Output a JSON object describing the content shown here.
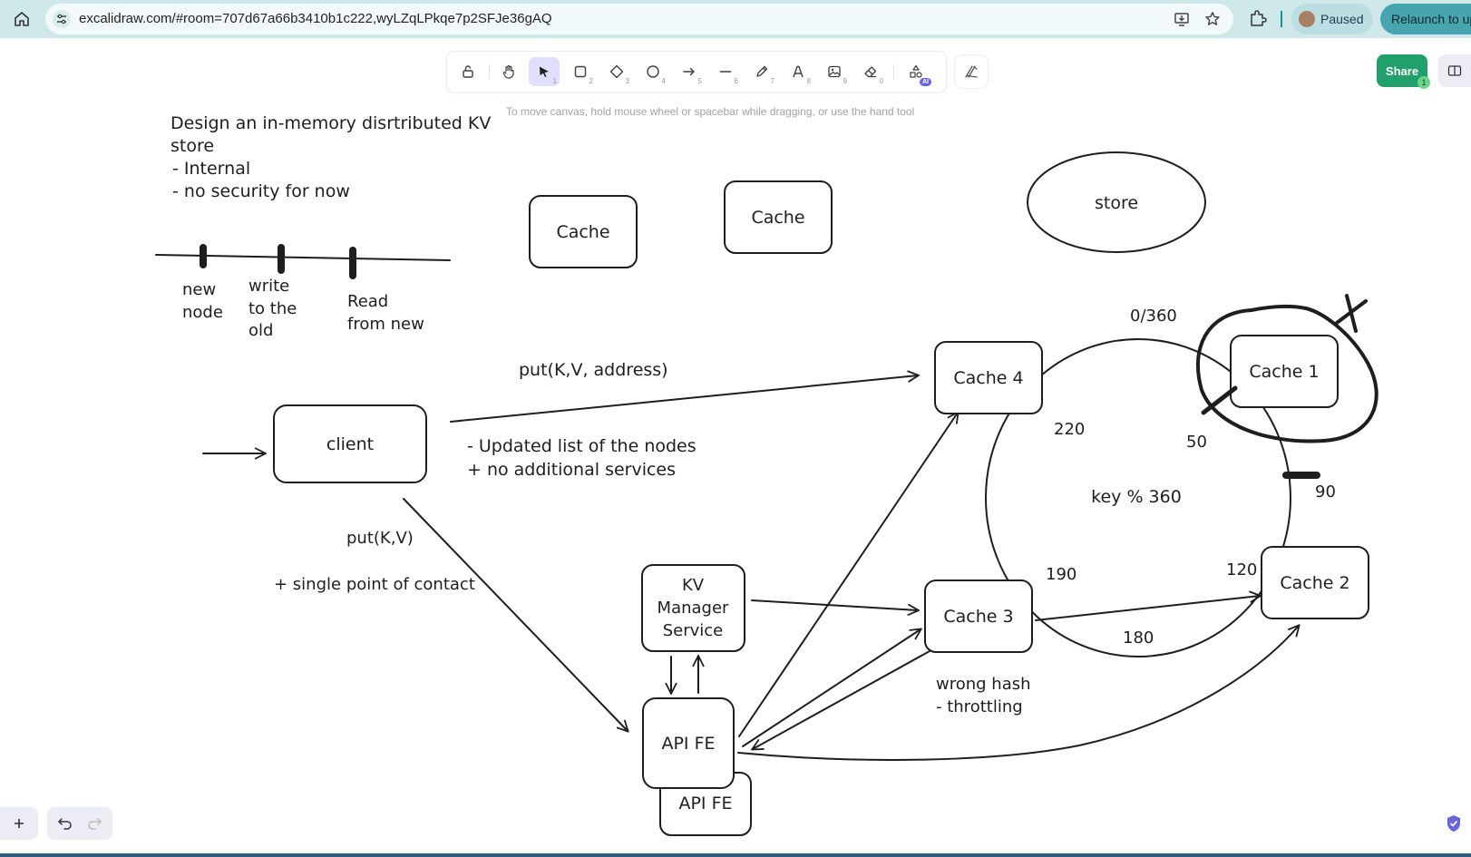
{
  "browser": {
    "url": "excalidraw.com/#room=707d67a66b3410b1c222,wyLZqLPkqe7p2SFJe36gAQ",
    "profile_label": "Paused",
    "relaunch_label": "Relaunch to up"
  },
  "toolbar": {
    "tools": [
      {
        "name": "lock-icon",
        "num": ""
      },
      {
        "name": "hand-icon",
        "num": ""
      },
      {
        "name": "selection-icon",
        "num": "1"
      },
      {
        "name": "rectangle-icon",
        "num": "2"
      },
      {
        "name": "diamond-icon",
        "num": "3"
      },
      {
        "name": "ellipse-icon",
        "num": "4"
      },
      {
        "name": "arrow-icon",
        "num": "5"
      },
      {
        "name": "line-icon",
        "num": "6"
      },
      {
        "name": "pencil-icon",
        "num": "7"
      },
      {
        "name": "text-icon",
        "num": "8"
      },
      {
        "name": "image-icon",
        "num": "9"
      },
      {
        "name": "eraser-icon",
        "num": "0"
      },
      {
        "name": "shapes-ai-icon",
        "num": ""
      }
    ],
    "ai_badge": "AI",
    "hint": "To move canvas, hold mouse wheel or spacebar while dragging, or use the hand tool"
  },
  "header": {
    "share_label": "Share",
    "collaborators_count": "1"
  },
  "canvas": {
    "title_lines": [
      "Design an in-memory disrtributed KV",
      "store",
      " - Internal",
      " - no security for now"
    ],
    "timeline": {
      "labels": [
        [
          "new",
          "node"
        ],
        [
          "write",
          "to the",
          "old"
        ],
        [
          "Read",
          "from new"
        ]
      ]
    },
    "boxes": {
      "cache_a": "Cache",
      "cache_b": "Cache",
      "store": "store",
      "client": "client",
      "cache4": "Cache 4",
      "cache1": "Cache 1",
      "cache2": "Cache 2",
      "cache3": "Cache 3",
      "kv_manager": [
        "KV",
        "Manager",
        "Service"
      ],
      "api_fe_1": "API FE",
      "api_fe_2": "API FE"
    },
    "annotations": {
      "put_kv_address": "put(K,V, address)",
      "updated_list": "- Updated list of the nodes",
      "no_additional": "+ no additional services",
      "put_kv": "put(K,V)",
      "single_point": "+ single point of contact",
      "wrong_hash": "wrong hash",
      "throttling": "- throttling",
      "ring_label": "key % 360",
      "deg_0_360": "0/360",
      "deg_220": "220",
      "deg_50": "50",
      "deg_90": "90",
      "deg_120": "120",
      "deg_190": "190",
      "deg_180": "180"
    }
  }
}
